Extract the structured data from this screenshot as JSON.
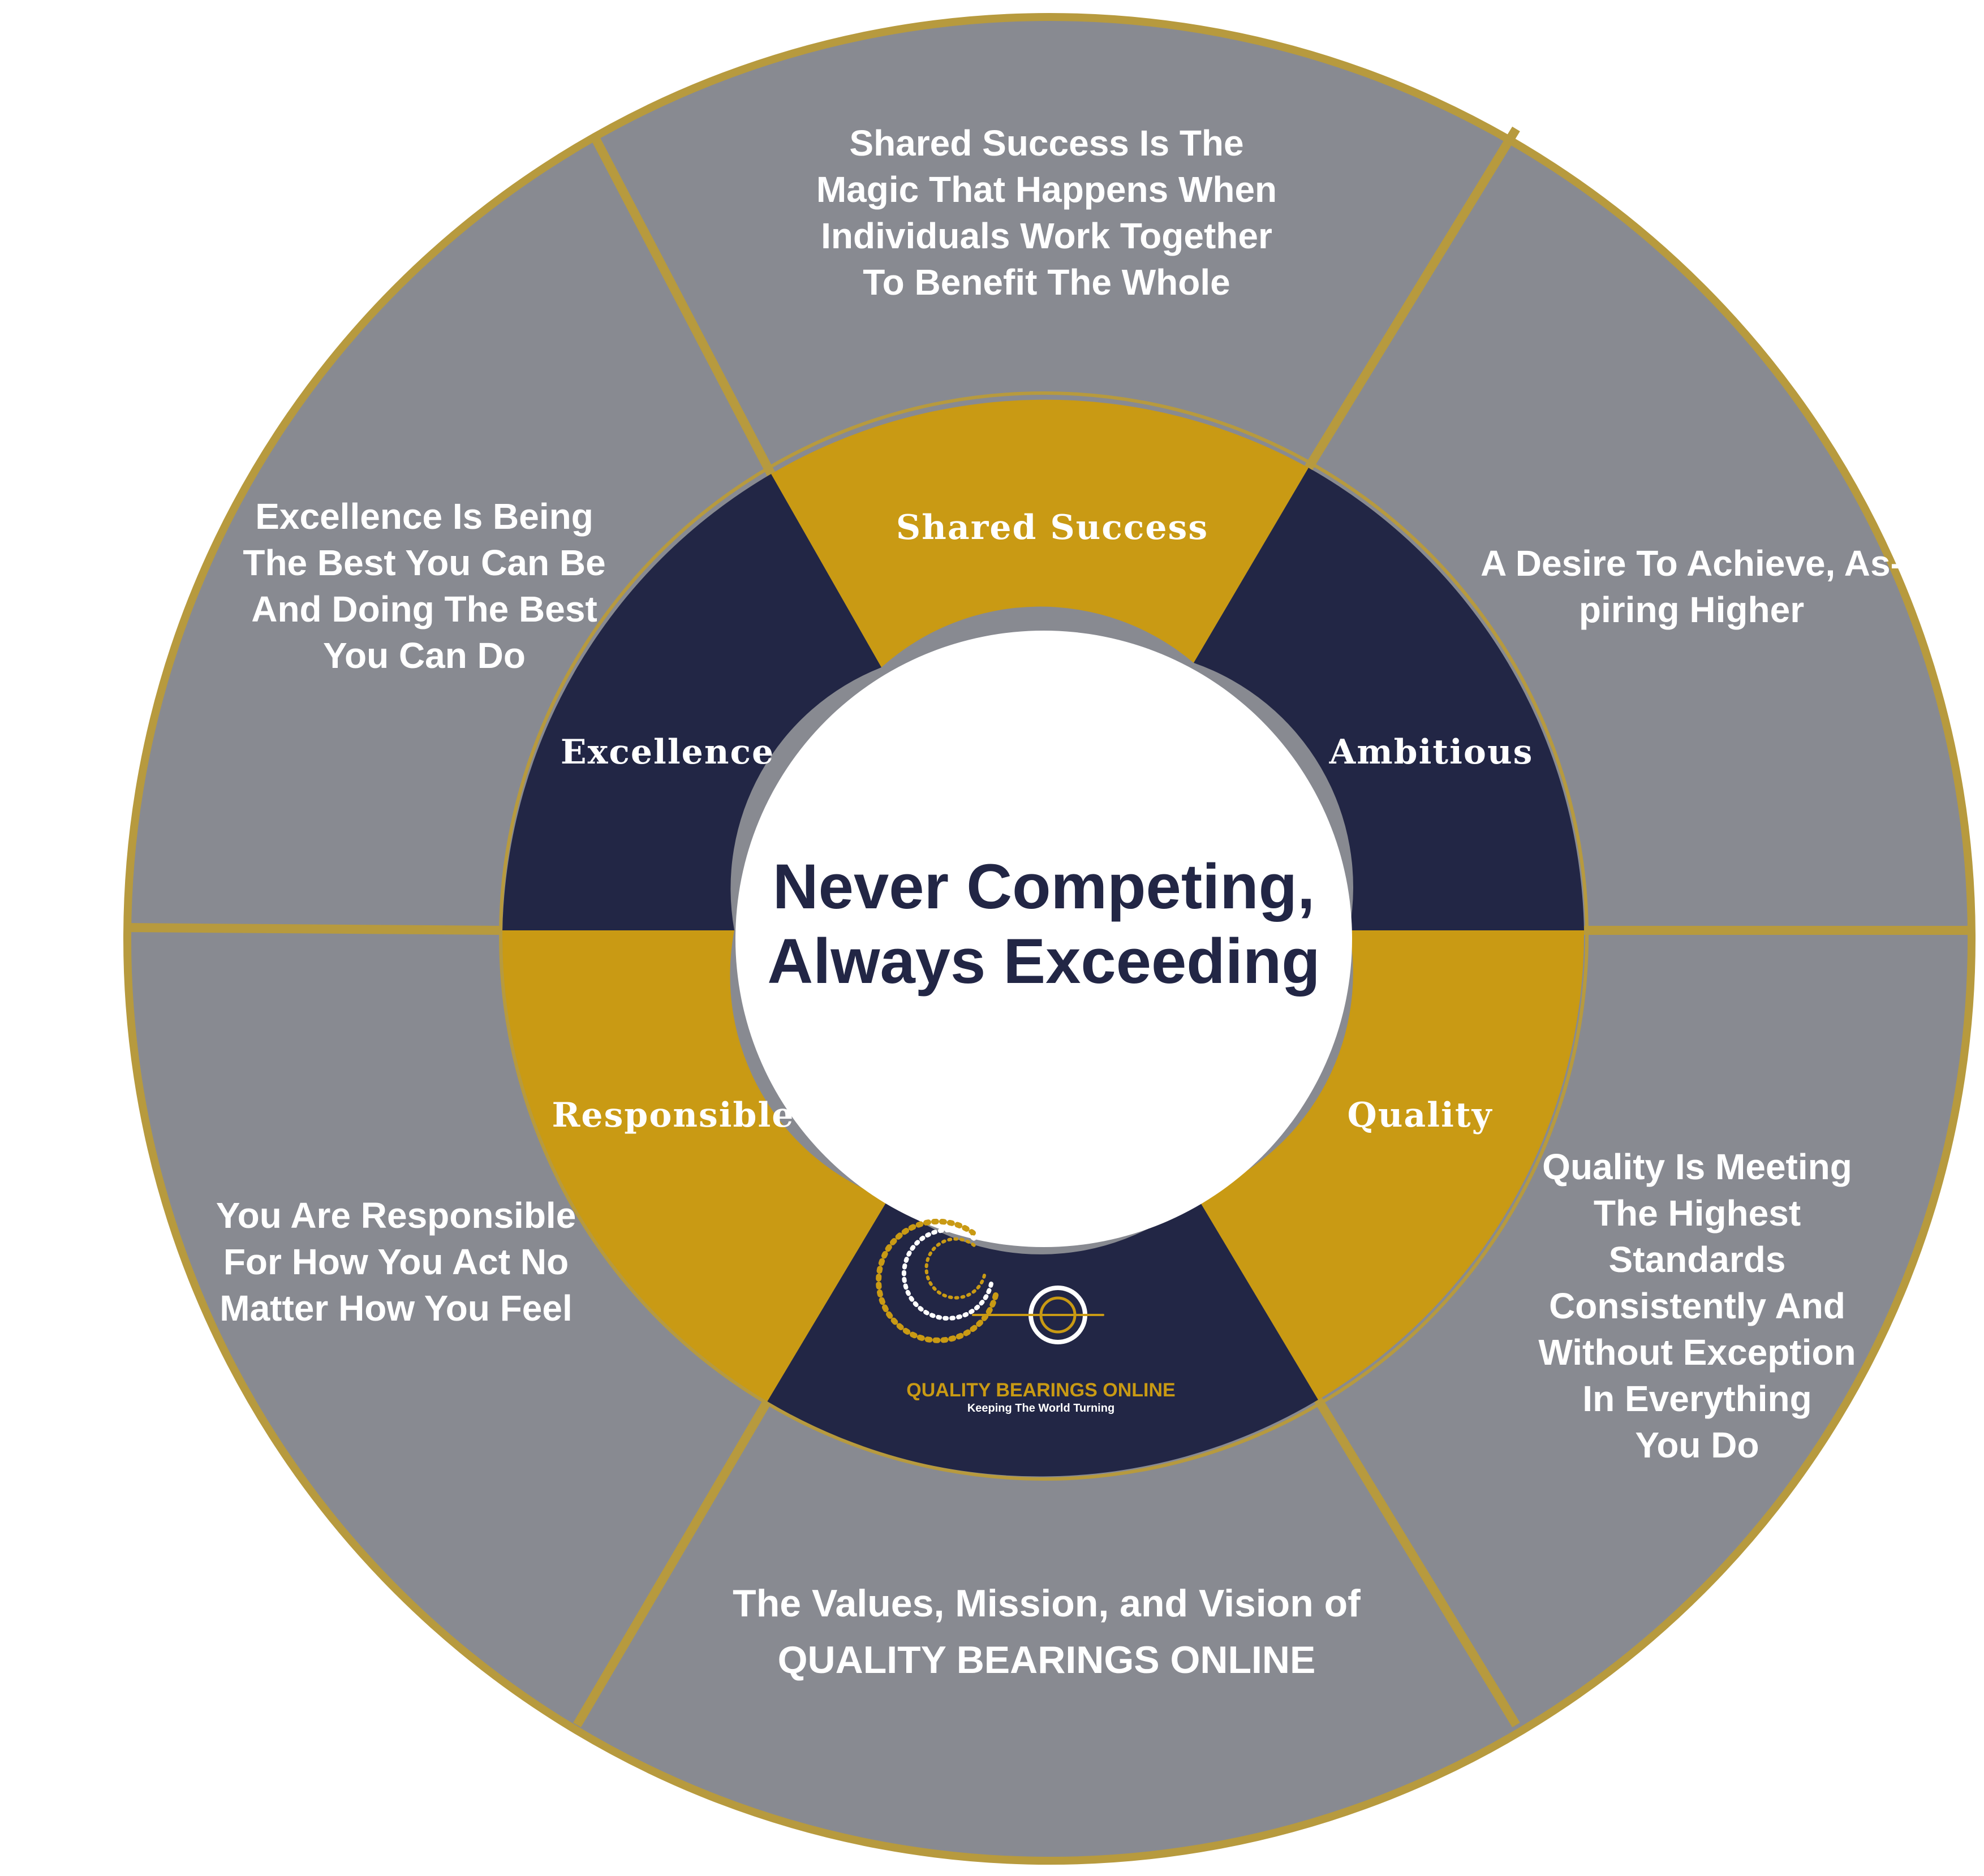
{
  "colors": {
    "outer_ring": "#888a91",
    "gold": "#c99a14",
    "navy": "#222645",
    "border": "#b79a3e",
    "center": "#ffffff"
  },
  "center": {
    "line1": "Never Competing,",
    "line2": "Always Exceeding"
  },
  "segments": [
    {
      "label": "Shared Success",
      "description": "Shared Success Is The\nMagic That Happens When\nIndividuals Work Together\nTo Benefit The Whole",
      "color": "gold"
    },
    {
      "label": "Ambitious",
      "description": "A Desire To Achieve, As-\npiring Higher",
      "color": "navy"
    },
    {
      "label": "Quality",
      "description": "Quality Is Meeting\nThe Highest\nStandards\nConsistently And\nWithout Exception\nIn Everything\nYou Do",
      "color": "gold"
    },
    {
      "label": "",
      "description": "",
      "color": "navy"
    },
    {
      "label": "Responsible",
      "description": "You Are Responsible\nFor How You Act No\nMatter How You Feel",
      "color": "gold"
    },
    {
      "label": "Excellence",
      "description": "Excellence Is Being\nThe Best You Can Be\nAnd Doing The Best\nYou Can Do",
      "color": "navy"
    }
  ],
  "footer": {
    "line1": "The Values, Mission, and Vision of",
    "line2": "QUALITY BEARINGS ONLINE"
  },
  "logo": {
    "name": "QUALITY BEARINGS ONLINE",
    "tagline": "Keeping The World Turning",
    "icon": "bearing-swirl-logo-icon"
  }
}
